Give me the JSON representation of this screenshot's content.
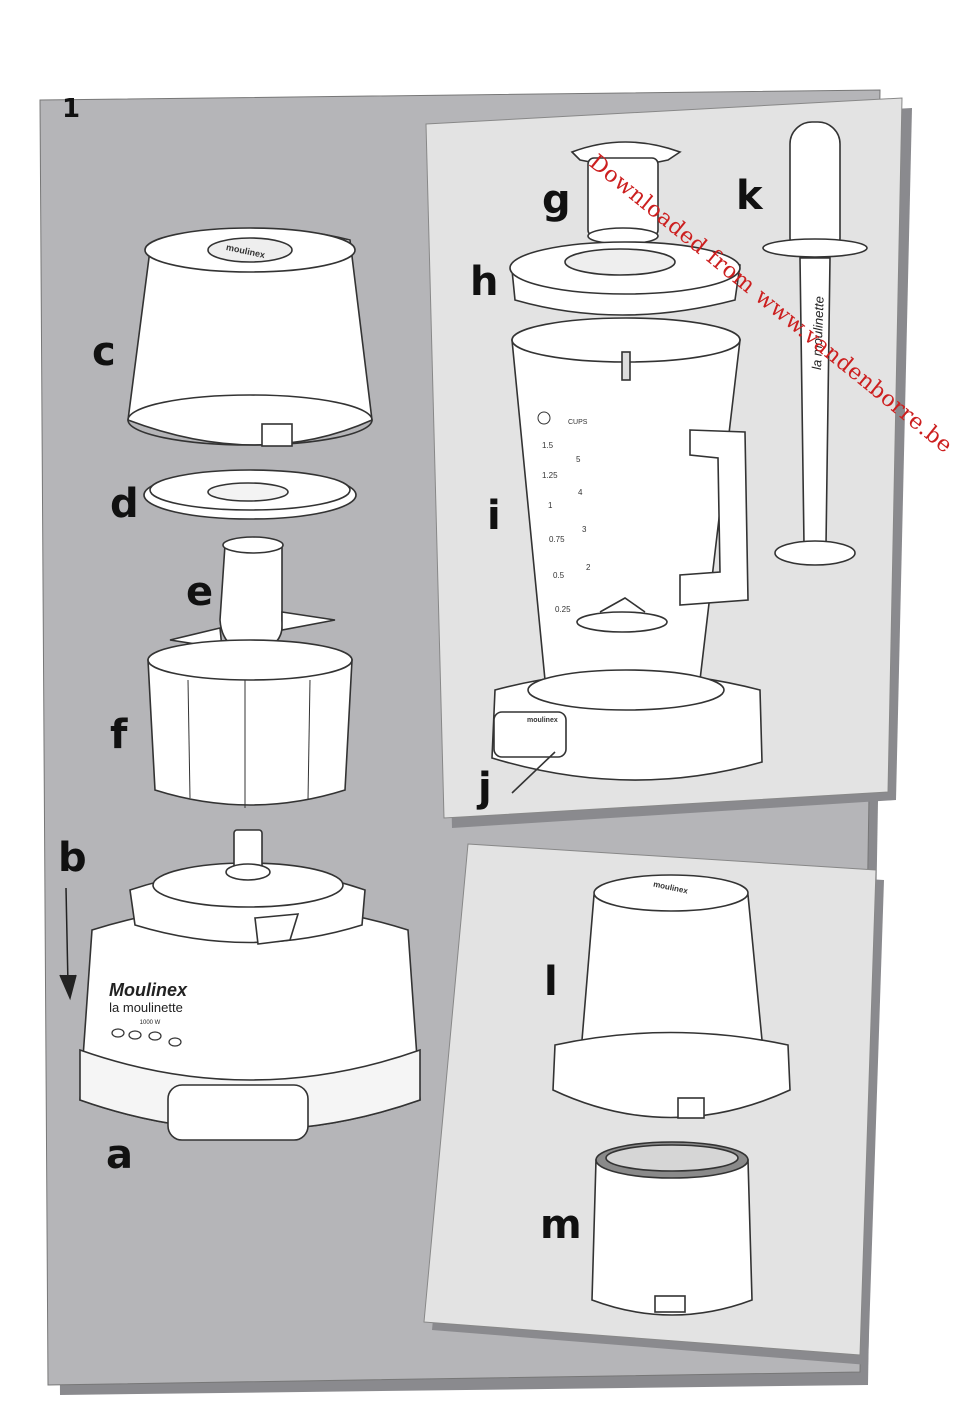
{
  "figure_number": "1",
  "watermark": "Downloaded from www.vandenborre.be",
  "brand": {
    "logo": "Moulinex",
    "product_line": "la moulinette",
    "wattage": "1000 W",
    "lid_badge": "moulinex"
  },
  "labels": {
    "a": "a",
    "b": "b",
    "c": "c",
    "d": "d",
    "e": "e",
    "f": "f",
    "g": "g",
    "h": "h",
    "i": "i",
    "j": "j",
    "k": "k",
    "l": "l",
    "m": "m"
  },
  "jug_scale": {
    "litres": [
      "1.5",
      "1.25",
      "1",
      "0.75",
      "0.5",
      "0.25"
    ],
    "cups": [
      "5",
      "4",
      "3",
      "2"
    ],
    "cups_unit": "CUPS"
  },
  "pusher_text": "la moulinette"
}
